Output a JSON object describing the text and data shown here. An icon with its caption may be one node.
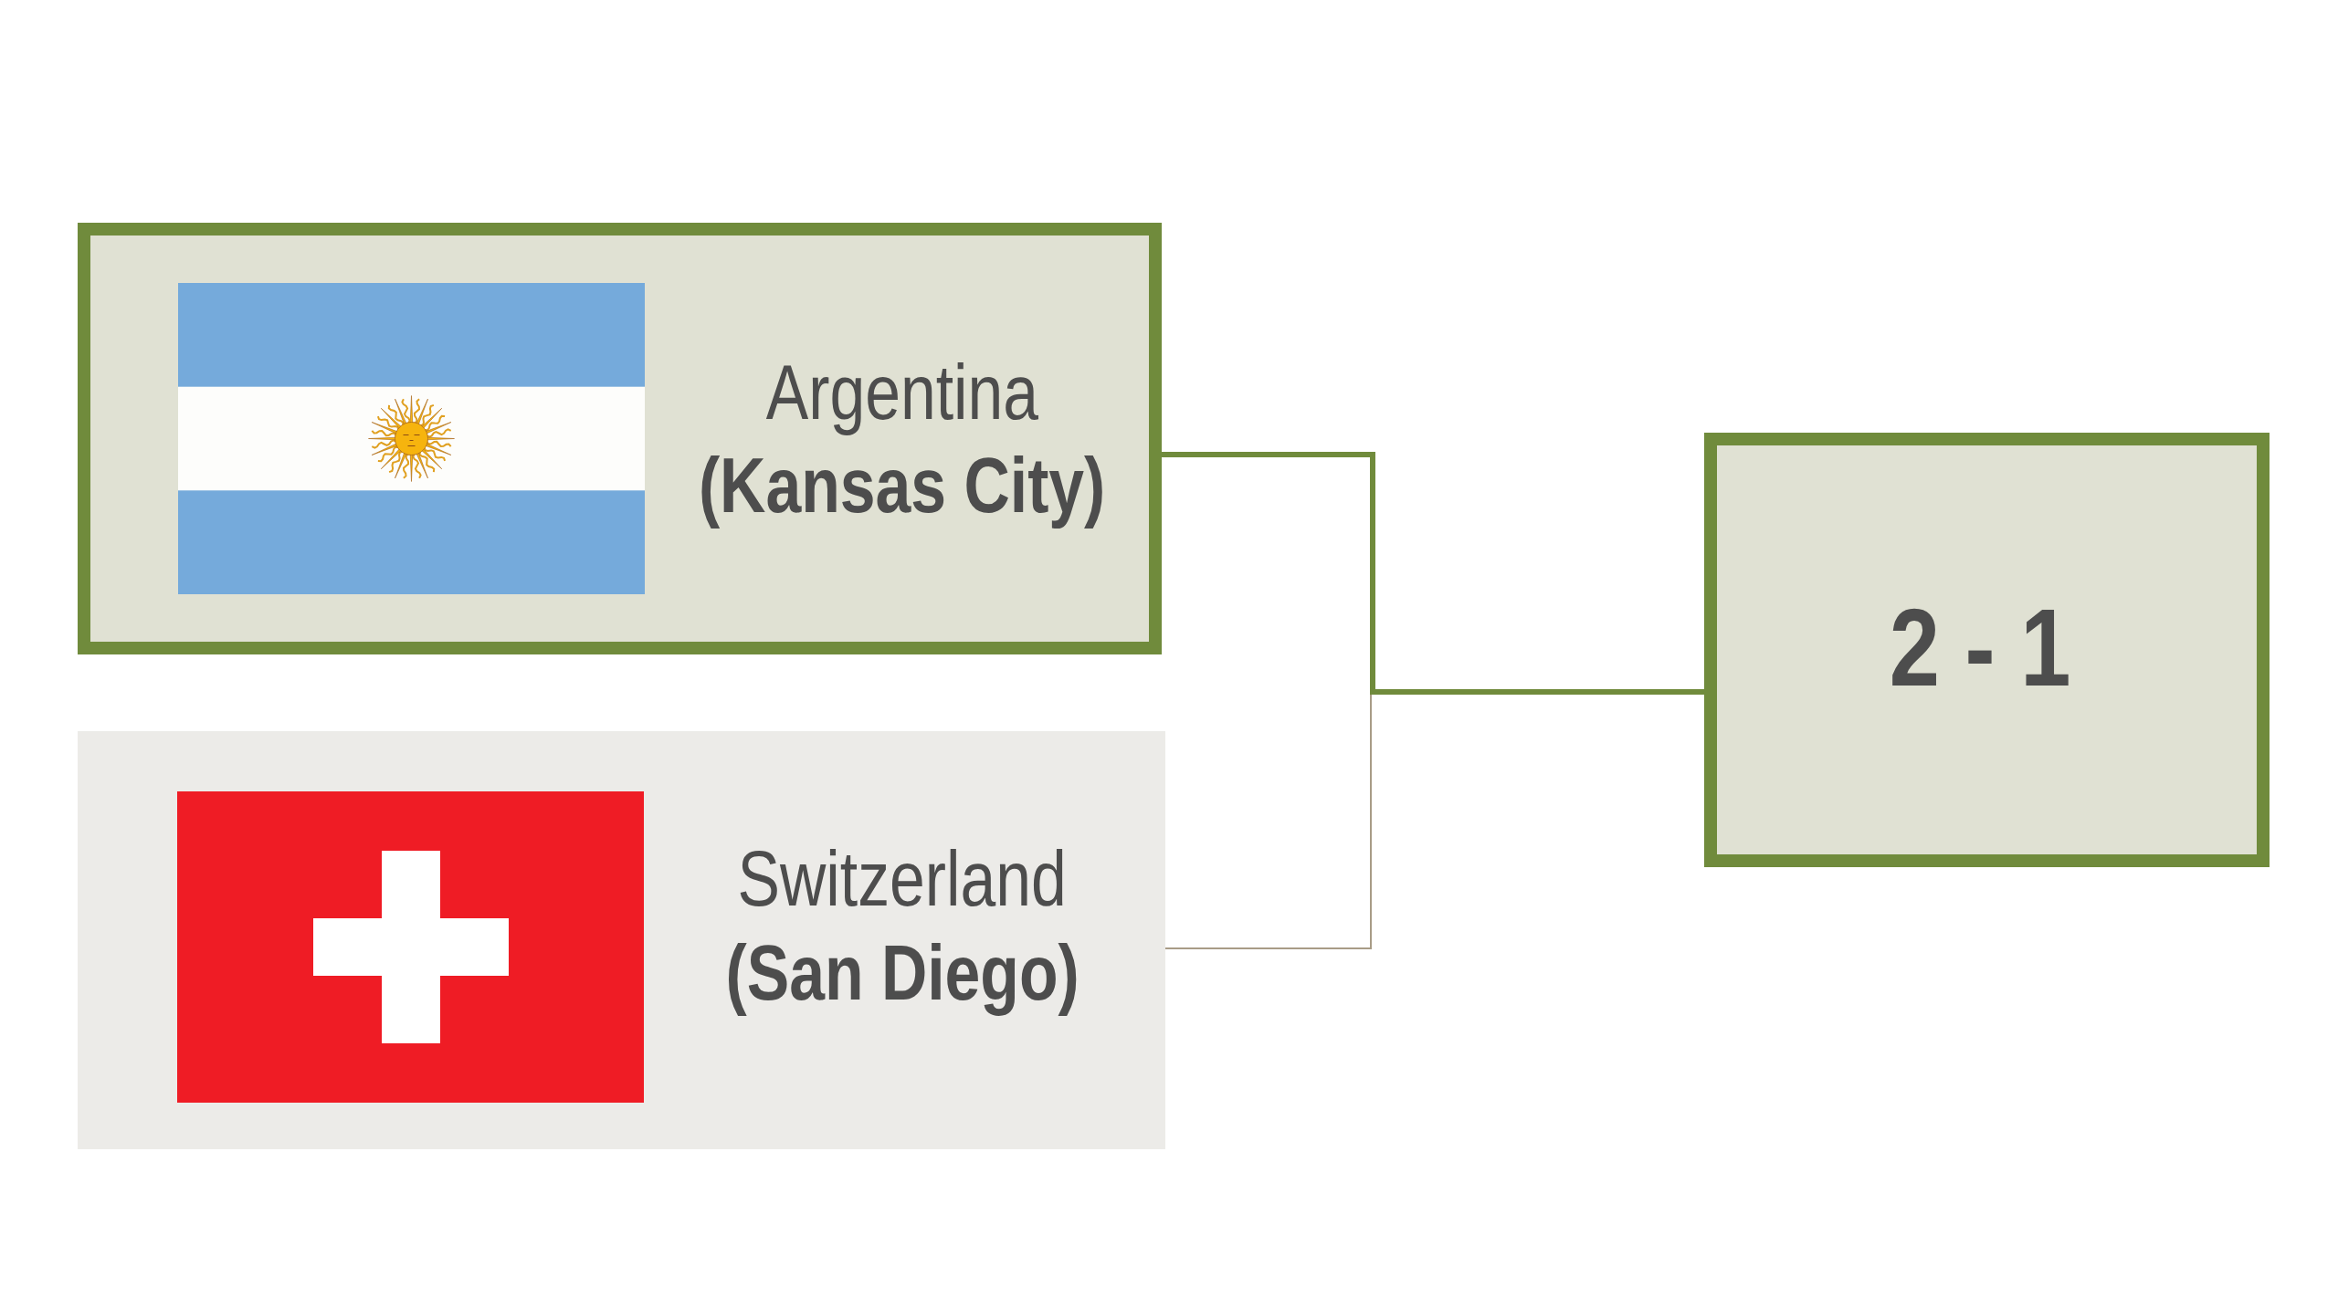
{
  "diagram": {
    "nodes": [
      {
        "text": [
          "Argentina",
          "(Kansas City)"
        ]
      },
      {
        "text": [
          "Switzerland",
          "(San Diego)"
        ]
      },
      {
        "text": [
          "2 - 1"
        ]
      }
    ],
    "edges": [
      {
        "from": 0,
        "to": 2,
        "arrow": "none",
        "style": "thick",
        "color": "#708b3c"
      },
      {
        "from": 1,
        "to": 2,
        "arrow": "none",
        "color": "#a89c86"
      }
    ]
  }
}
